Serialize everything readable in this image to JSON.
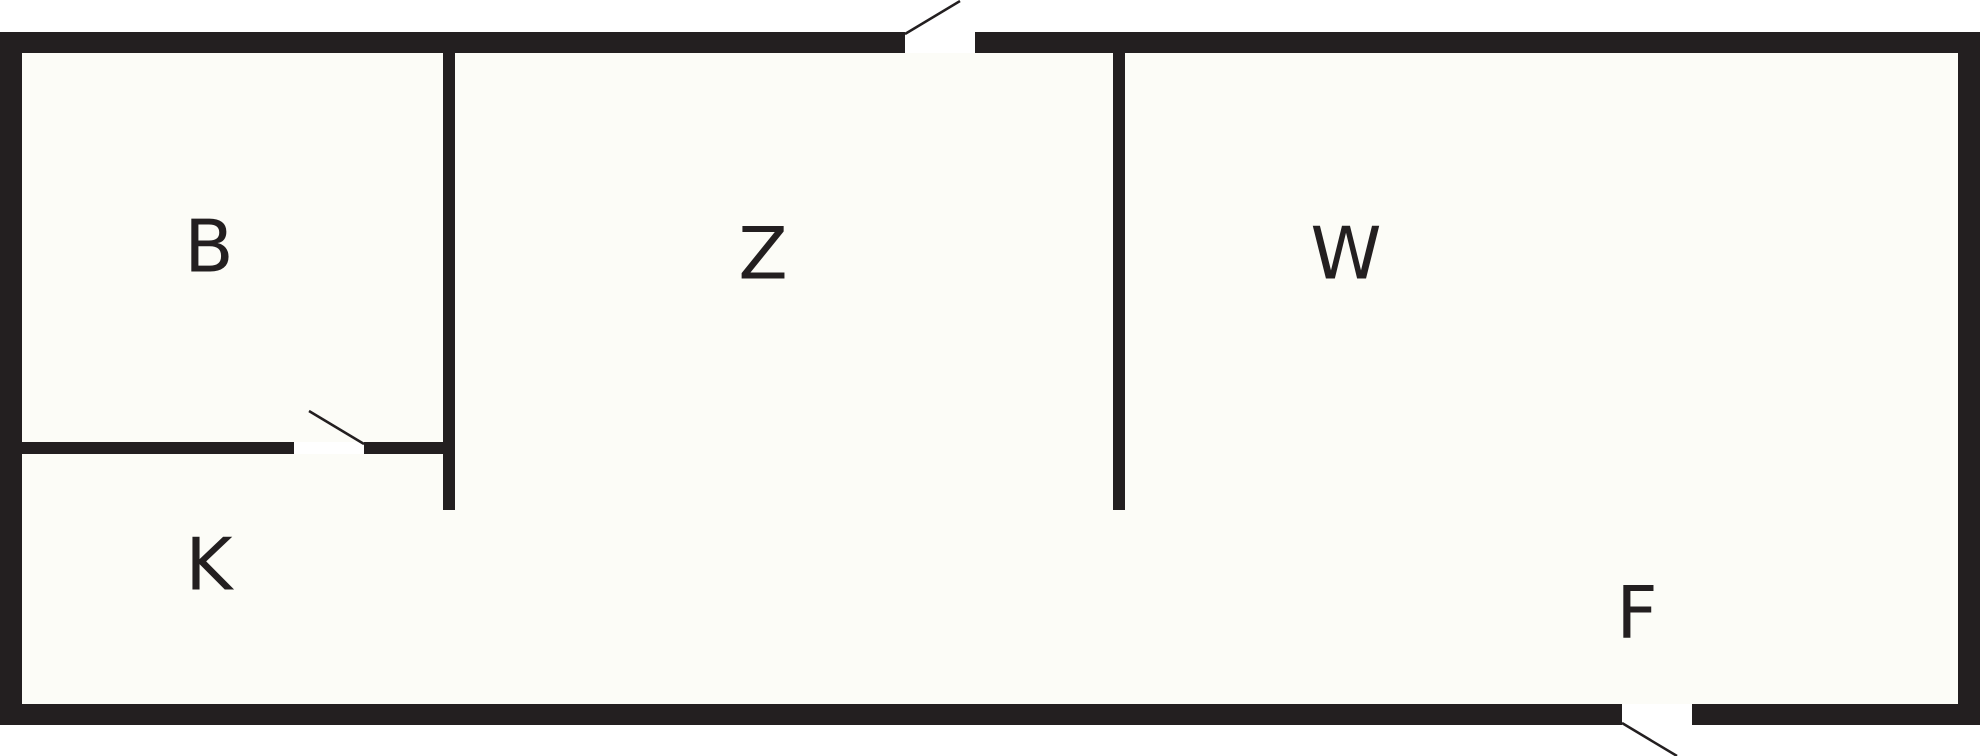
{
  "floor_plan": {
    "rooms": [
      {
        "id": "B",
        "label": "B"
      },
      {
        "id": "Z",
        "label": "Z"
      },
      {
        "id": "W",
        "label": "W"
      },
      {
        "id": "K",
        "label": "K"
      },
      {
        "id": "F",
        "label": "F"
      }
    ],
    "doors": [
      {
        "id": "door-top"
      },
      {
        "id": "door-bedroom"
      },
      {
        "id": "door-bottom"
      }
    ],
    "colors": {
      "wall": "#231f20",
      "floor": "#fcfcf7",
      "label": "#231f20"
    }
  }
}
